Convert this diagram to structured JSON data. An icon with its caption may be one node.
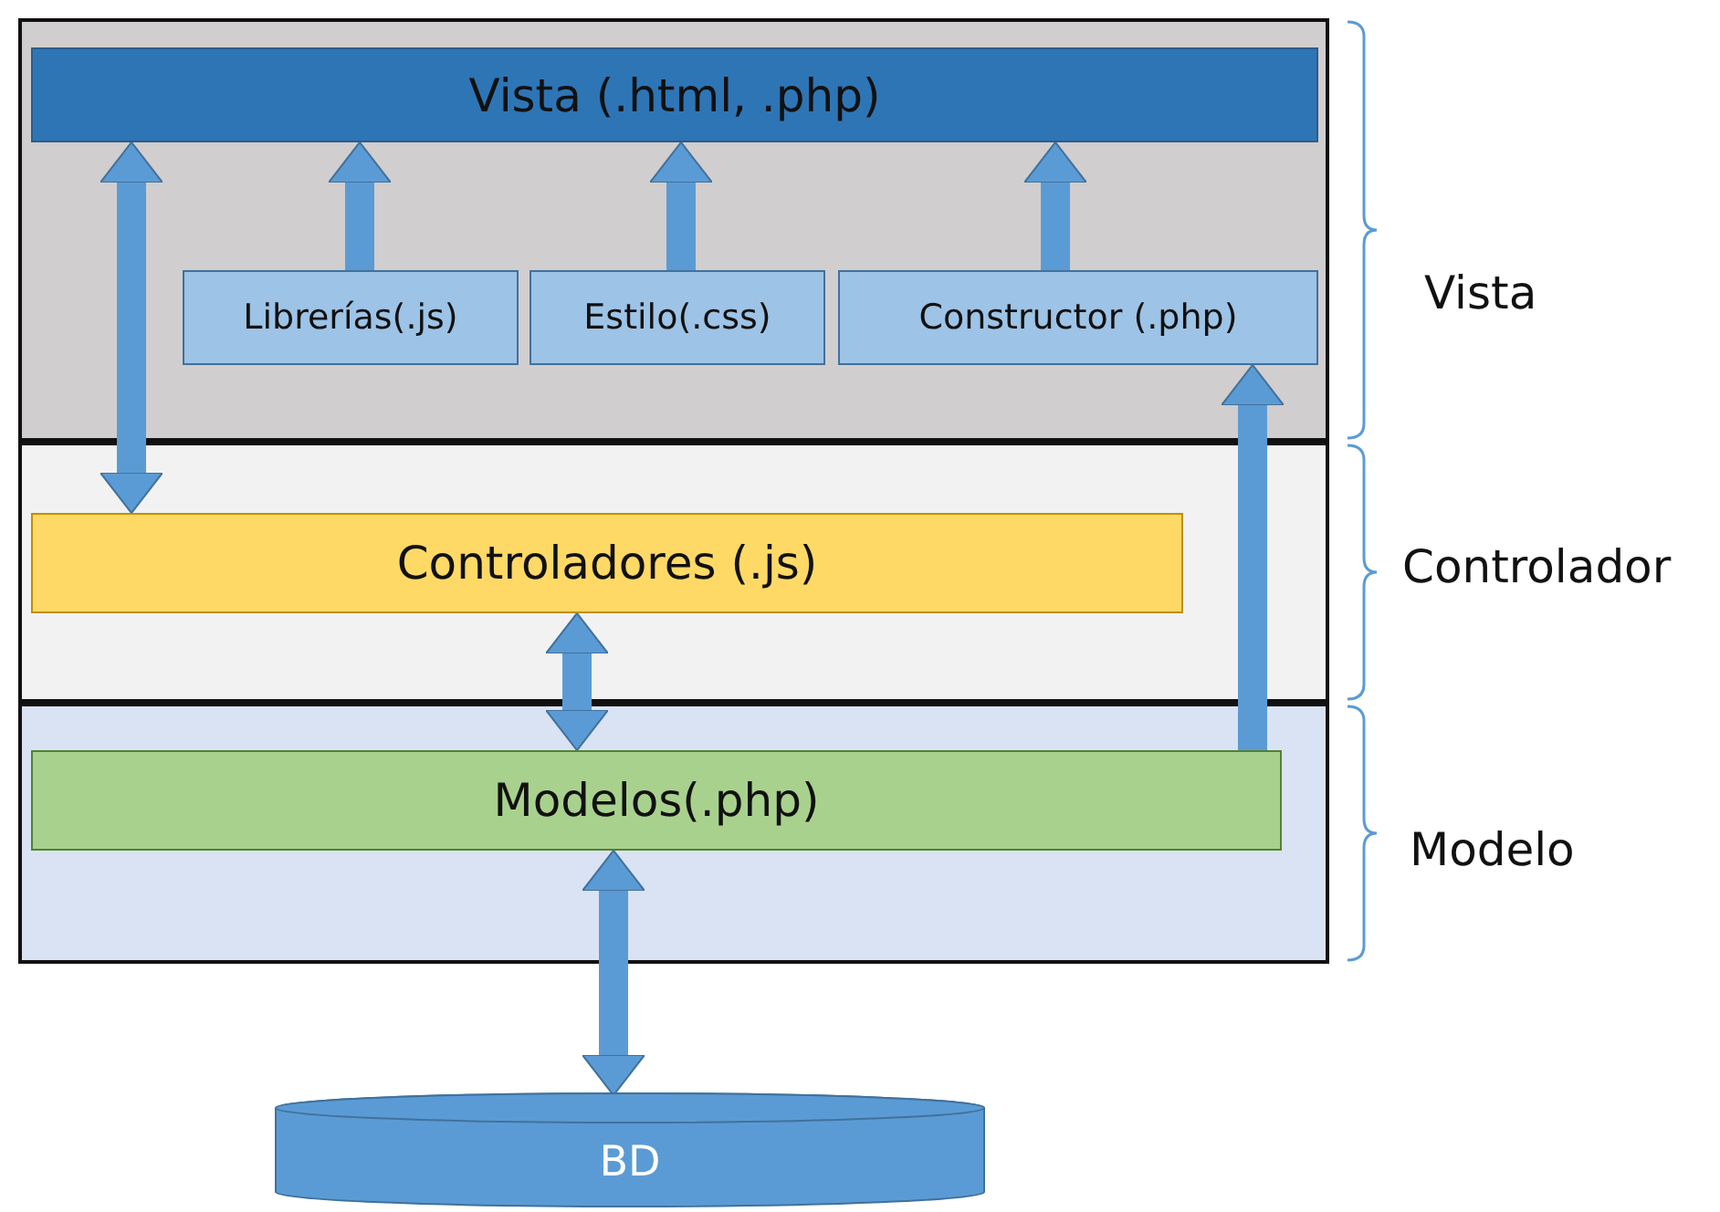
{
  "diagram": {
    "nodes": [
      {
        "text": [],
        "shape": "box",
        "beside": [
          "Vista"
        ]
      },
      {
        "text": [
          "Vista (.html, .php)"
        ],
        "in": 0
      },
      {
        "text": [
          "Librerías(.js)"
        ],
        "in": 0
      },
      {
        "text": [
          "Estilo(.css)"
        ],
        "in": 0
      },
      {
        "text": [
          "Constructor (.php)"
        ],
        "in": 0
      },
      {
        "text": [],
        "shape": "box",
        "beside": [
          "Controlador"
        ]
      },
      {
        "text": [
          "Controladores (.js)"
        ],
        "in": 5
      },
      {
        "text": [],
        "shape": "box",
        "beside": [
          "Modelo"
        ]
      },
      {
        "text": [
          "Modelos(.php)"
        ],
        "in": 7
      },
      {
        "text": [
          "BD"
        ]
      }
    ],
    "edges": [
      {
        "from": 1,
        "to": 6,
        "arrow": "both"
      },
      {
        "from": 2,
        "to": 1,
        "arrow": "to"
      },
      {
        "from": 3,
        "to": 1,
        "arrow": "to"
      },
      {
        "from": 4,
        "to": 1,
        "arrow": "to"
      },
      {
        "from": 6,
        "to": 8,
        "arrow": "both"
      },
      {
        "from": 8,
        "to": 4,
        "arrow": "to"
      },
      {
        "from": 8,
        "to": 9,
        "arrow": "both"
      }
    ]
  }
}
